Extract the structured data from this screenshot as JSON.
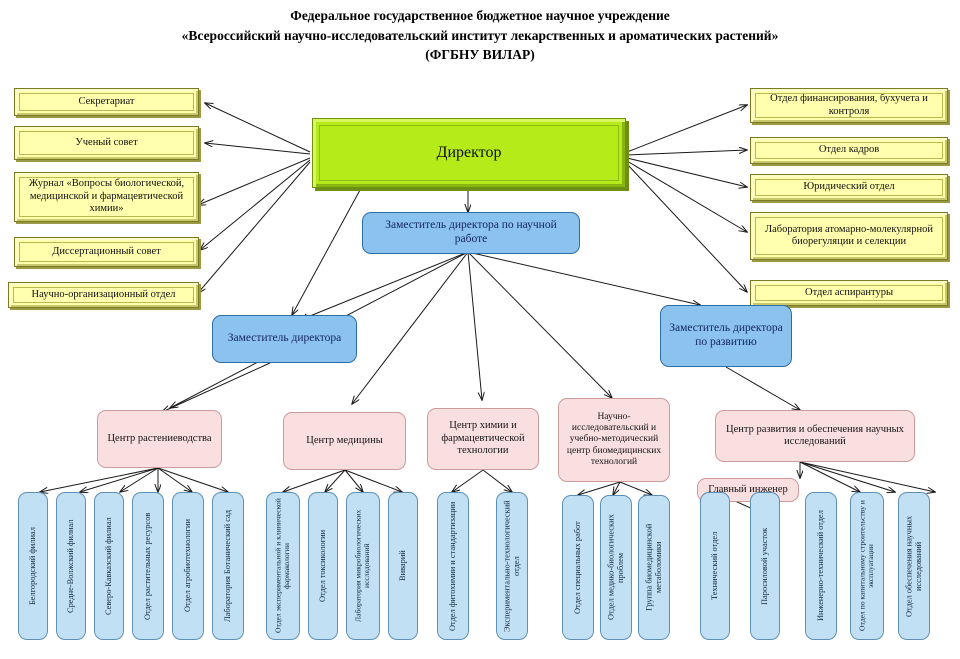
{
  "title": {
    "line1": "Федеральное государственное бюджетное научное учреждение",
    "line2": "«Всероссийский научно-исследовательский институт лекарственных и ароматических растений»",
    "line3": "(ФГБНУ ВИЛАР)"
  },
  "colors": {
    "director_fill": "#b4eb18",
    "staff_fill": "#ffffad",
    "deputy_fill": "#8cc2ee",
    "center_fill": "#fadfe0",
    "leaf_fill": "#c2e0f4",
    "edge": "#1a1a1a"
  },
  "director": {
    "label": "Директор"
  },
  "left_units": [
    {
      "label": "Секретариат"
    },
    {
      "label": "Ученый совет"
    },
    {
      "label": "Журнал «Вопросы биологической, медицинской и фармацевтической химии»"
    },
    {
      "label": "Диссертационный  совет"
    },
    {
      "label": "Научно-организационный  отдел"
    }
  ],
  "right_units": [
    {
      "label": "Отдел финансирования, бухучета и контроля"
    },
    {
      "label": "Отдел кадров"
    },
    {
      "label": "Юридический  отдел"
    },
    {
      "label": "Лаборатория атомарно-молекулярной биорегуляции и селекции"
    },
    {
      "label": "Отдел аспирантуры"
    }
  ],
  "deputies": [
    {
      "id": "science",
      "label": "Заместитель директора по научной работе"
    },
    {
      "id": "general",
      "label": "Заместитель директора"
    },
    {
      "id": "development",
      "label": "Заместитель директора по развитию"
    }
  ],
  "centers": [
    {
      "id": "plant",
      "label": "Центр растениеводства"
    },
    {
      "id": "medicine",
      "label": "Центр медицины"
    },
    {
      "id": "chemistry",
      "label": "Центр химии и фармацевтической технологии"
    },
    {
      "id": "biomed",
      "label": "Научно-исследовательский и учебно-методический центр биомедицинских технологий"
    },
    {
      "id": "development_center",
      "label": "Центр развития и обеспечения научных исследований"
    }
  ],
  "chief_engineer": {
    "label": "Главный инженер"
  },
  "leaves": {
    "plant": [
      {
        "label": "Белгородский филиал"
      },
      {
        "label": "Средне-Волжский филиал"
      },
      {
        "label": "Северо-Кавказский филиал"
      },
      {
        "label": "Отдел растительных ресурсов"
      },
      {
        "label": "Отдел агробиотехнологии"
      },
      {
        "label": "Лаборатория Ботанический  сад"
      }
    ],
    "medicine": [
      {
        "label": "Отдел экспериментальной и клинической фармакологии"
      },
      {
        "label": "Отдел токсикологии"
      },
      {
        "label": "Лаборатория микробиологических исследований"
      },
      {
        "label": "Виварий"
      }
    ],
    "chemistry": [
      {
        "label": "Отдел фитохимии  и стандартизации"
      },
      {
        "label": "Экспериментально-технологический отдел"
      }
    ],
    "biomed": [
      {
        "label": "Отдел специальных работ"
      },
      {
        "label": "Отдел медико-биологических проблем"
      },
      {
        "label": "Группа биомедицинской метаболомики"
      }
    ],
    "development_center": [
      {
        "label": "Технический  отдел"
      },
      {
        "label": "Паросиловой участок"
      },
      {
        "label": "Инженерно-технический  отдел"
      },
      {
        "label": "Отдел по капитальному строительству и эксплуатации"
      },
      {
        "label": "Отдел обеспечения научных исследований"
      }
    ]
  }
}
